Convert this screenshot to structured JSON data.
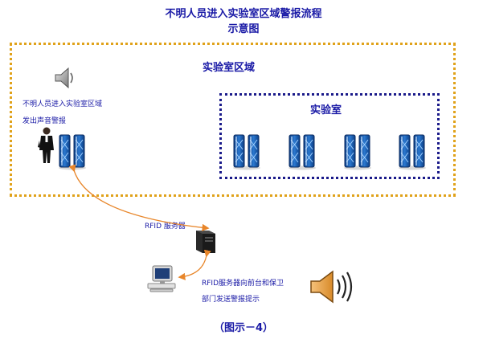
{
  "title": {
    "line1": "不明人员进入实验室区域警报流程",
    "line2": "示意图"
  },
  "lab_area": {
    "label": "实验室区域"
  },
  "lab": {
    "label": "实验室"
  },
  "intruder_alarm": {
    "line1": "不明人员进入实验室区域",
    "line2": "发出声音警报"
  },
  "server": {
    "label": "RFID  服务器"
  },
  "notify": {
    "line1": "RFID服务器向前台和保卫",
    "line2": "部门发送警报提示"
  },
  "caption": "（图示－4）",
  "colors": {
    "text_blue": "#1a1aa6",
    "area_border": "#e0a21a",
    "lab_border": "#1a1a8a",
    "arrow": "#e8862a",
    "gate_blue": "#1c5fb0"
  }
}
